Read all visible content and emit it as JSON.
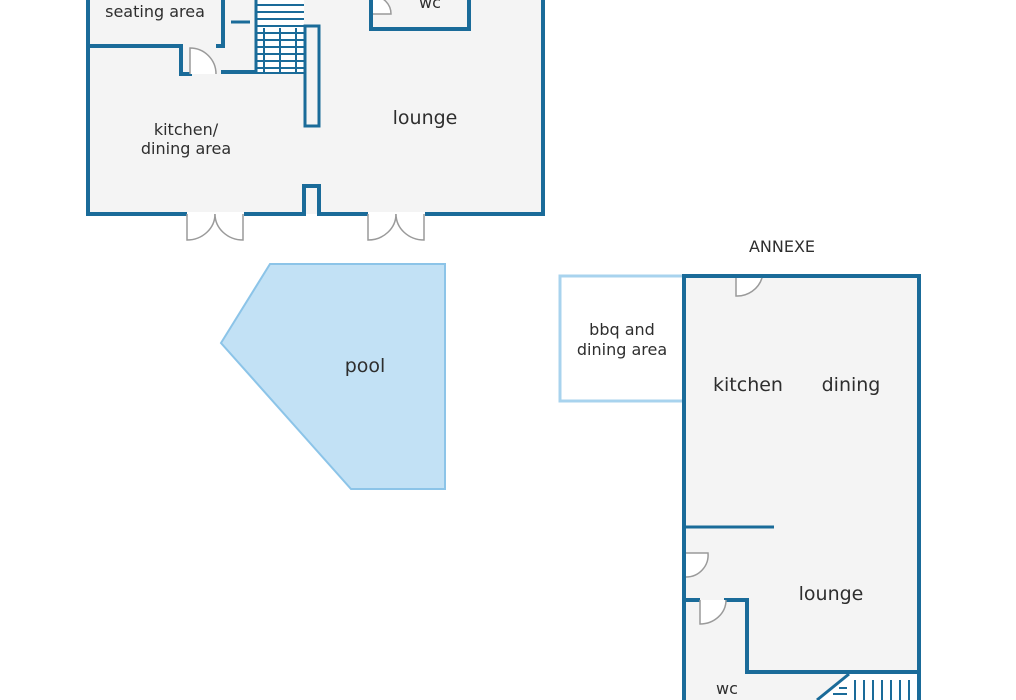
{
  "colors": {
    "wall": "#1a6b99",
    "floor": "#f4f4f4",
    "pool": "#c2e1f5",
    "pool_edge": "#8cc4e8",
    "outdoor_edge": "#a8d3ee",
    "door_line": "#9a9a9a",
    "text": "#2e2e2e"
  },
  "main_house": {
    "rooms": {
      "seating": "seating area",
      "wc": "wc",
      "kitchen_line1": "kitchen/",
      "kitchen_line2": "dining area",
      "lounge": "lounge"
    }
  },
  "pool": {
    "label": "pool"
  },
  "annexe": {
    "title": "ANNEXE",
    "rooms": {
      "bbq_line1": "bbq and",
      "bbq_line2": "dining area",
      "kitchen": "kitchen",
      "dining": "dining",
      "lounge": "lounge",
      "wc": "wc"
    }
  }
}
